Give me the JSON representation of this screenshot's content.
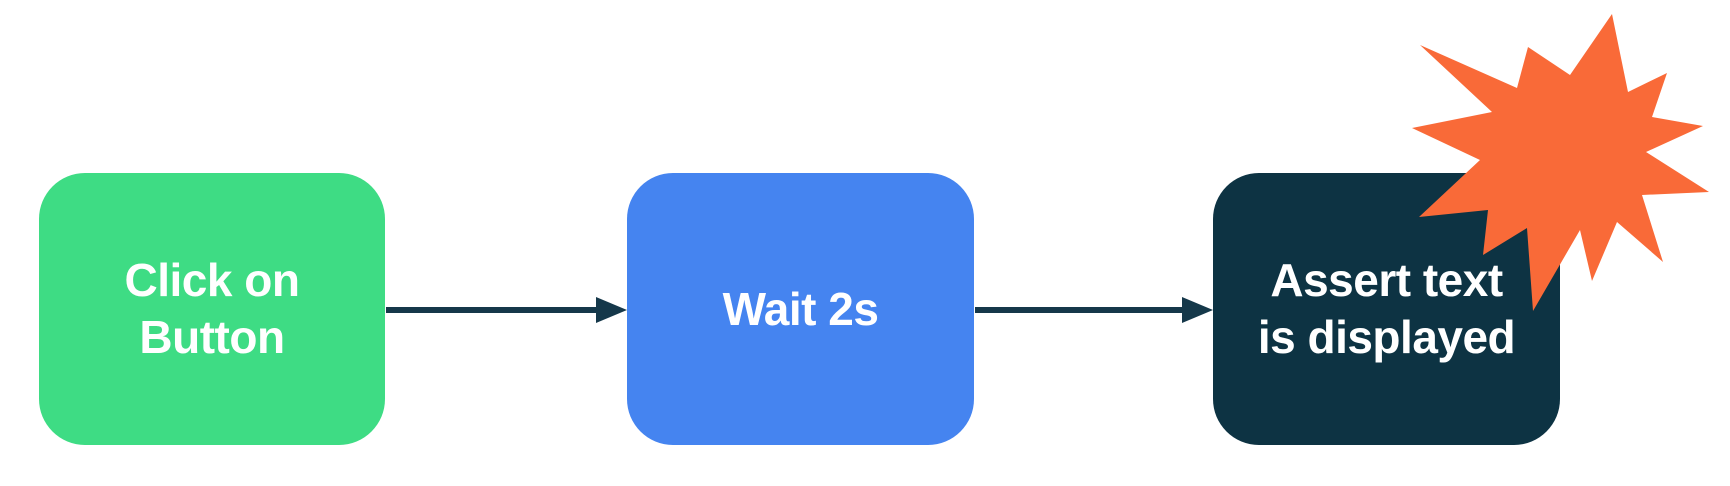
{
  "diagram": {
    "type": "flowchart",
    "background": "#ffffff",
    "nodes": [
      {
        "id": "step-1",
        "label": "Click on\nButton",
        "fill": "#3edc84",
        "text_color": "#ffffff"
      },
      {
        "id": "step-2",
        "label": "Wait 2s",
        "fill": "#4584f0",
        "text_color": "#ffffff"
      },
      {
        "id": "step-3",
        "label": "Assert text\nis displayed",
        "fill": "#0d3343",
        "text_color": "#ffffff"
      }
    ],
    "connectors": [
      {
        "from": "step-1",
        "to": "step-2"
      },
      {
        "from": "step-2",
        "to": "step-3"
      }
    ],
    "decoration": {
      "name": "explosion-starburst",
      "attached_to": "step-3",
      "fill": "#f96a38"
    },
    "colors": {
      "node_green": "#3edc84",
      "node_blue": "#4584f0",
      "node_navy": "#0d3343",
      "arrow": "#15384a",
      "burst_orange": "#f96a38",
      "label_text": "#ffffff"
    }
  }
}
